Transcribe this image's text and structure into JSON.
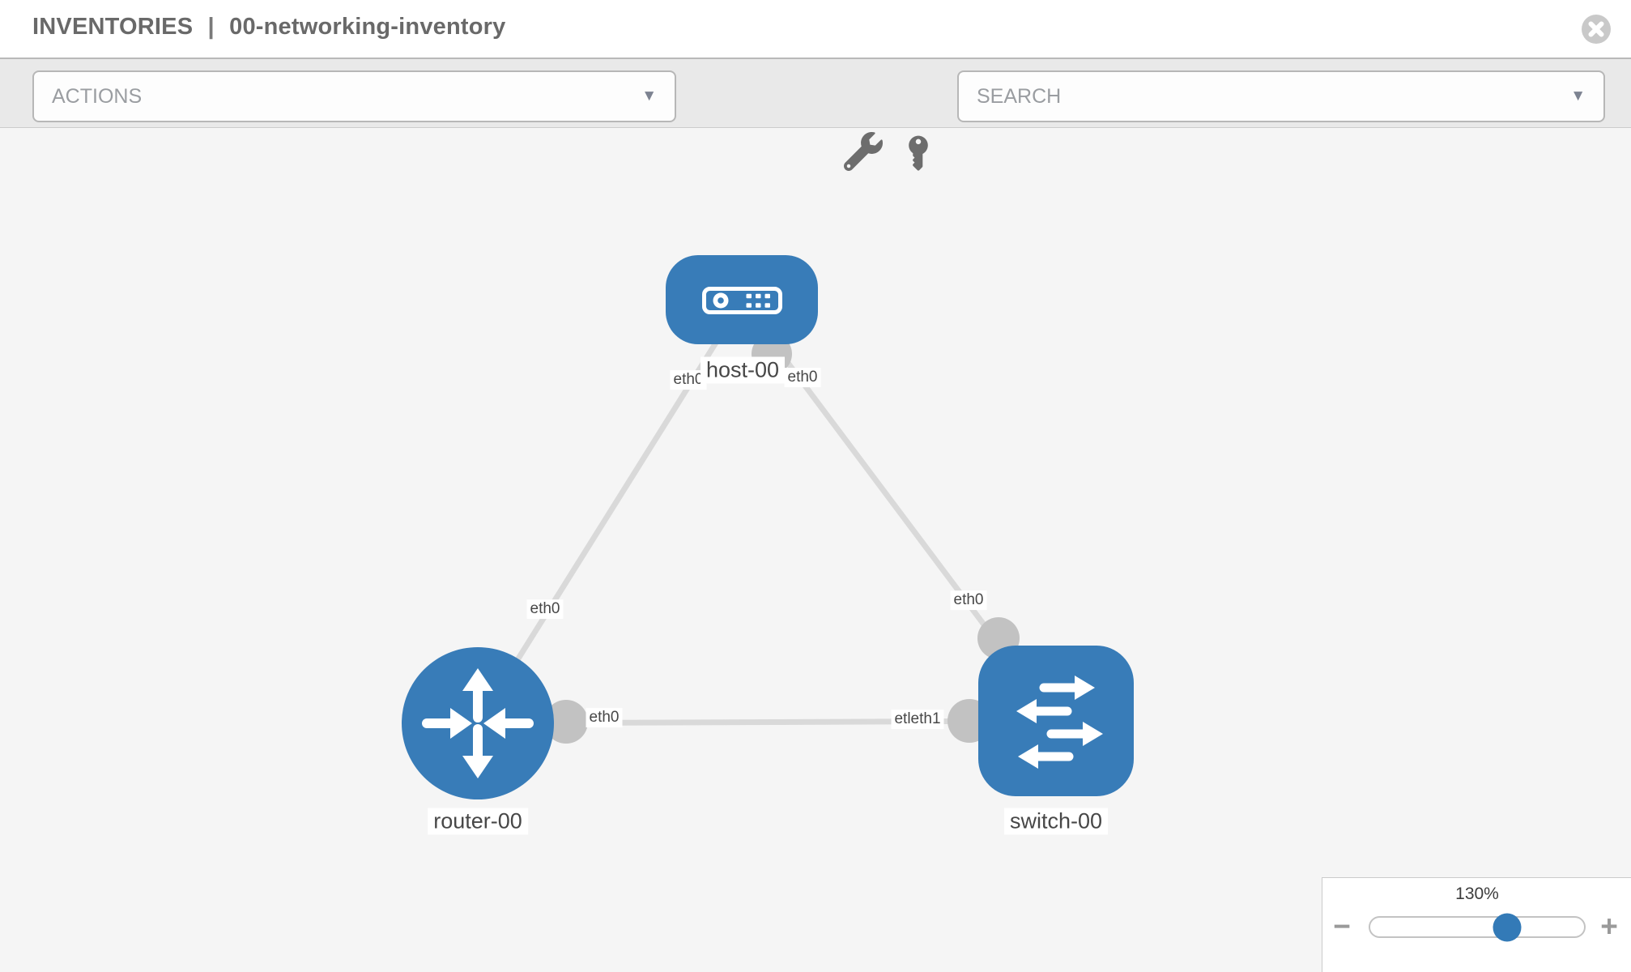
{
  "header": {
    "section": "INVENTORIES",
    "separator": "|",
    "inventory_name": "00-networking-inventory"
  },
  "toolbar": {
    "actions_label": "ACTIONS",
    "search_label": "SEARCH"
  },
  "icons": {
    "caret_down": "▼",
    "close": "✕",
    "wrench": "wrench",
    "key": "key",
    "minus": "−",
    "plus": "+"
  },
  "topology": {
    "nodes": [
      {
        "id": "host-00",
        "type": "host",
        "label": "host-00"
      },
      {
        "id": "router-00",
        "type": "router",
        "label": "router-00"
      },
      {
        "id": "switch-00",
        "type": "switch",
        "label": "switch-00"
      }
    ],
    "links": [
      {
        "source": "router-00",
        "target": "host-00",
        "source_interface": "eth0",
        "target_interface": "eth0"
      },
      {
        "source": "switch-00",
        "target": "host-00",
        "source_interface": "eth0",
        "target_interface": "eth0"
      },
      {
        "source": "router-00",
        "target": "switch-00",
        "source_interface": "eth0",
        "target_interface": "etleth1"
      }
    ]
  },
  "zoom_control": {
    "level": "130%",
    "percent": 64
  },
  "colors": {
    "node_blue": "#387cb8",
    "link_gray": "#d9d9d9",
    "connector_gray": "#c2c2c2",
    "slider_thumb_blue": "#337ab7",
    "canvas_bg": "#f5f5f5"
  }
}
